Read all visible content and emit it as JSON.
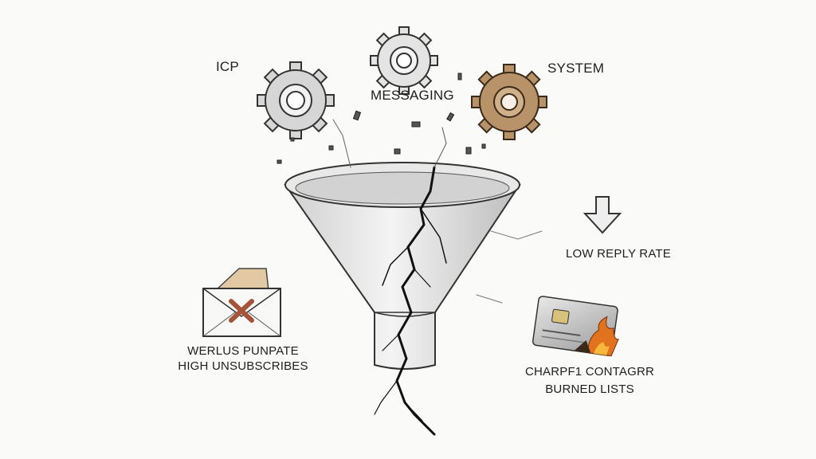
{
  "labels": {
    "icp": "ICP",
    "messaging": "MESSAGING",
    "system": "SYSTEM",
    "low_reply_rate": "LOW REPLY RATE",
    "left_line1": "WERLUS PUNPATE",
    "left_line2": "HIGH UNSUBSCRIBES",
    "right_line1": "CHARPF1 CONTAGRR",
    "right_line2": "BURNED LISTS"
  },
  "colors": {
    "gear_gray": "#d9d9d9",
    "gear_brown": "#b08a60",
    "ink": "#1e1e1e",
    "x_mark": "#a5533a",
    "envelope_flap": "#e3c9a3",
    "fire": "#e2731e"
  },
  "icons": [
    "gear-icon",
    "funnel-icon",
    "down-arrow-icon",
    "envelope-x-icon",
    "burning-card-icon"
  ]
}
